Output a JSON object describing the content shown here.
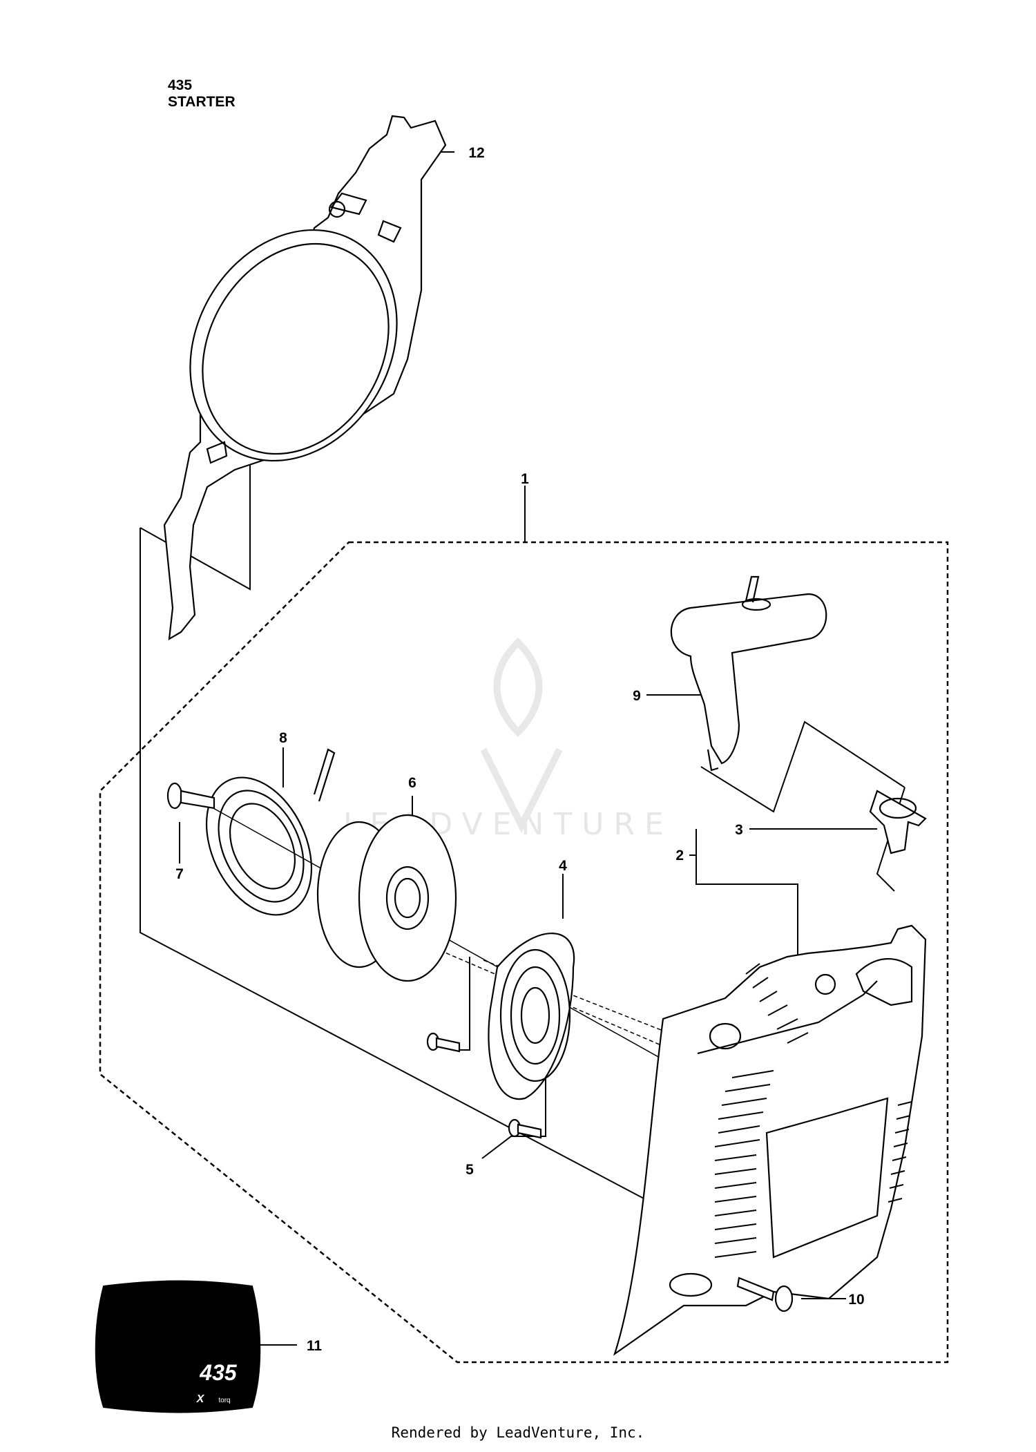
{
  "header": {
    "model": "435",
    "section": "STARTER"
  },
  "callouts": [
    "1",
    "2",
    "3",
    "4",
    "5",
    "6",
    "7",
    "8",
    "9",
    "10",
    "11",
    "12"
  ],
  "decal": {
    "number": "435",
    "letters": "X",
    "small_text": "torq"
  },
  "watermark": "LEADVENTURE",
  "footer": "Rendered by LeadVenture, Inc."
}
